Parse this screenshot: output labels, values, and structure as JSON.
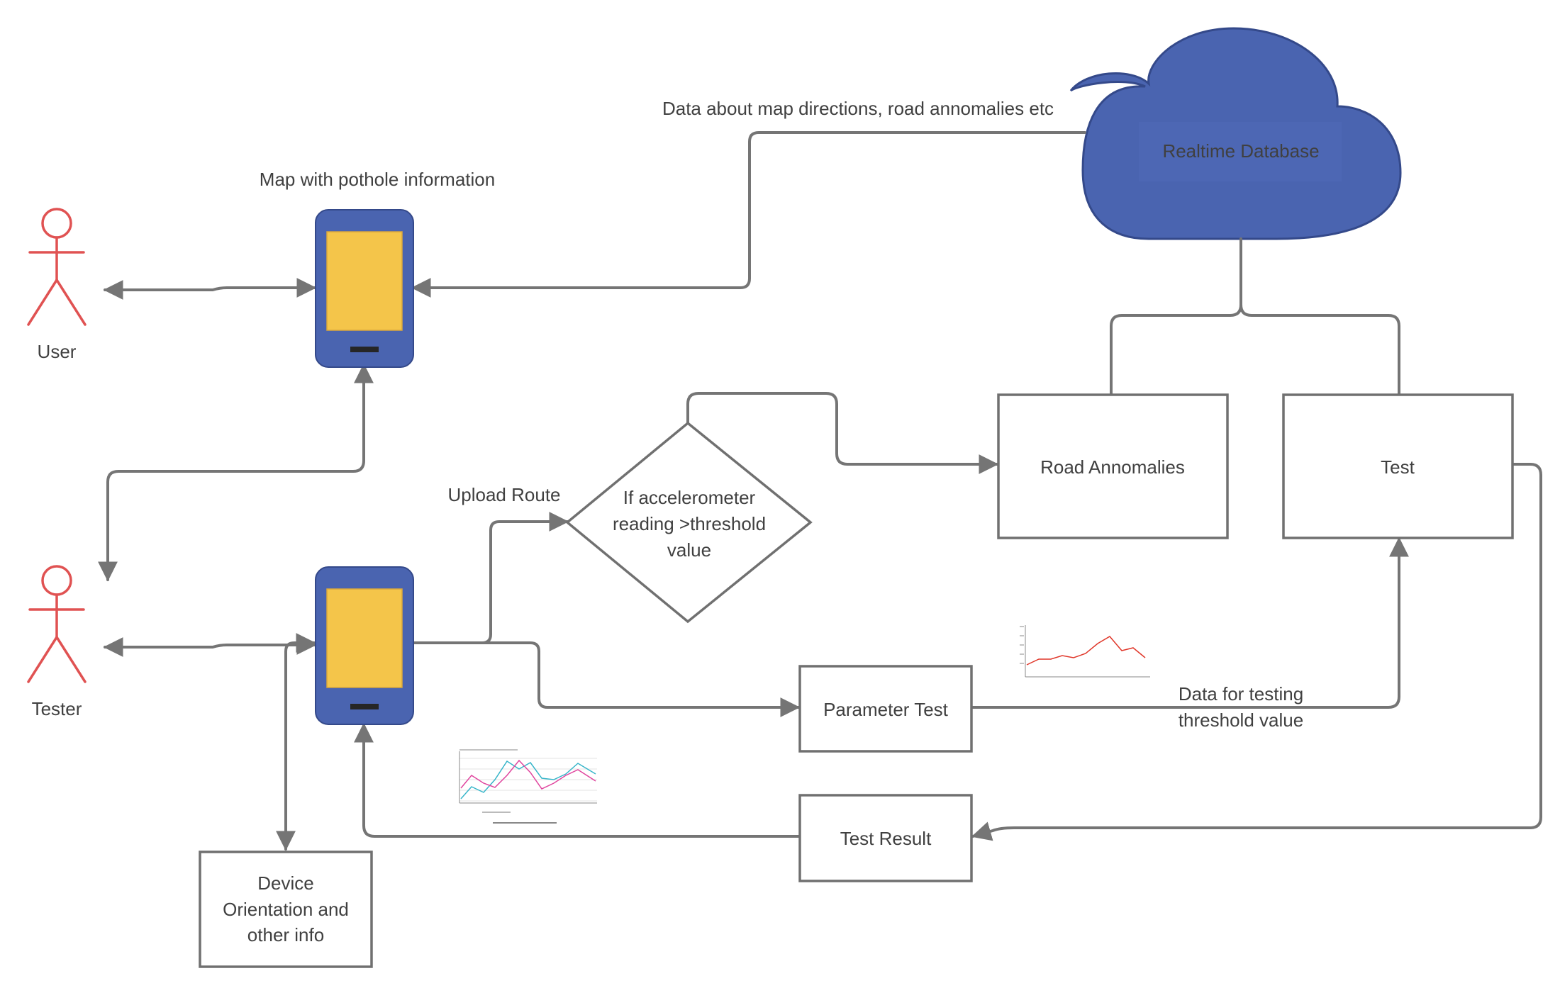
{
  "colors": {
    "cloud_fill": "#4a64b0",
    "phone_body": "#4a64b0",
    "phone_screen": "#f4c54a",
    "actor": "#e05252",
    "connector": "#757575",
    "text": "#404040"
  },
  "actors": {
    "user": "User",
    "tester": "Tester"
  },
  "labels": {
    "map_caption": "Map with pothole information",
    "cloud_edge": "Data about map directions, road annomalies etc",
    "upload_route": "Upload Route",
    "data_testing": [
      "Data for testing",
      "threshold value"
    ]
  },
  "nodes": {
    "database": "Realtime Database",
    "decision": [
      "If accelerometer",
      "reading >threshold",
      "value"
    ],
    "road_anomalies": "Road Annomalies",
    "test": "Test",
    "parameter_test": "Parameter Test",
    "test_result": "Test Result",
    "device_info": [
      "Device",
      "Orientation and",
      "other info"
    ]
  },
  "icons": [
    "user-actor-icon",
    "tester-actor-icon",
    "smartphone-icon",
    "cloud-icon",
    "line-chart-thumbnail-icon"
  ]
}
